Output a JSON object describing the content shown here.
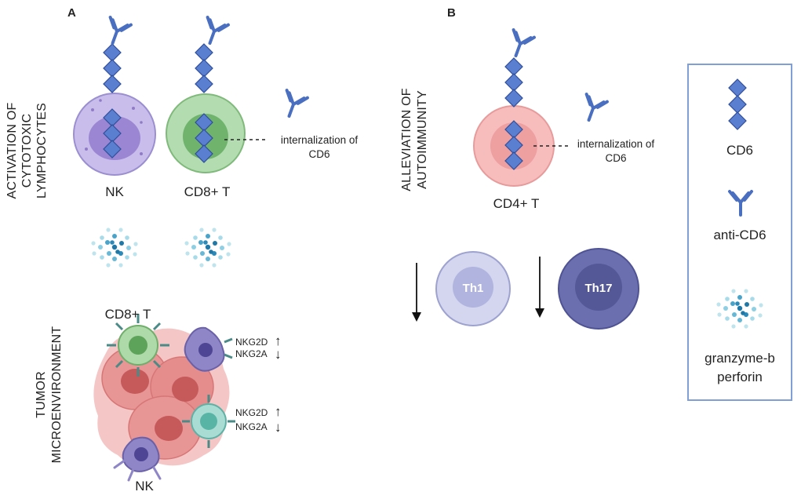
{
  "panels": {
    "a": "A",
    "b": "B"
  },
  "panel_a": {
    "side_label_top": [
      "ACTIVATION OF",
      "CYTOTOXIC",
      "LYMPHOCYTES"
    ],
    "side_label_bottom": [
      "TUMOR",
      "MICROENVIRONMENT"
    ],
    "cell_nk": "NK",
    "cell_cd8": "CD8+ T",
    "internalization": [
      "internalization of",
      "CD6"
    ],
    "tme_cd8": "CD8+ T",
    "tme_nk": "NK",
    "receptor_up": "NKG2D",
    "receptor_down": "NKG2A",
    "arrow_up": "↑",
    "arrow_down": "↓"
  },
  "panel_b": {
    "side_label": [
      "ALLEVIATION OF",
      "AUTOIMMUNITY"
    ],
    "cell_cd4": "CD4+ T",
    "internalization": [
      "internalization of",
      "CD6"
    ],
    "th1": "Th1",
    "th17": "Th17"
  },
  "legend": {
    "cd6": "CD6",
    "anti_cd6": "anti-CD6",
    "granzyme": [
      "granzyme-b",
      "perforin"
    ]
  },
  "colors": {
    "nk_cell": "#c3b5e8",
    "cd8_cell": "#a7d4a3",
    "cd4_cell": "#f6b3b3",
    "cd6_diamond": "#5b7fd0",
    "antibody": "#4a6fc0",
    "th1": "#c9cbe8",
    "th17": "#5e63a8",
    "tumor": "#e88a8a",
    "legend_border": "#7f9fd6"
  }
}
